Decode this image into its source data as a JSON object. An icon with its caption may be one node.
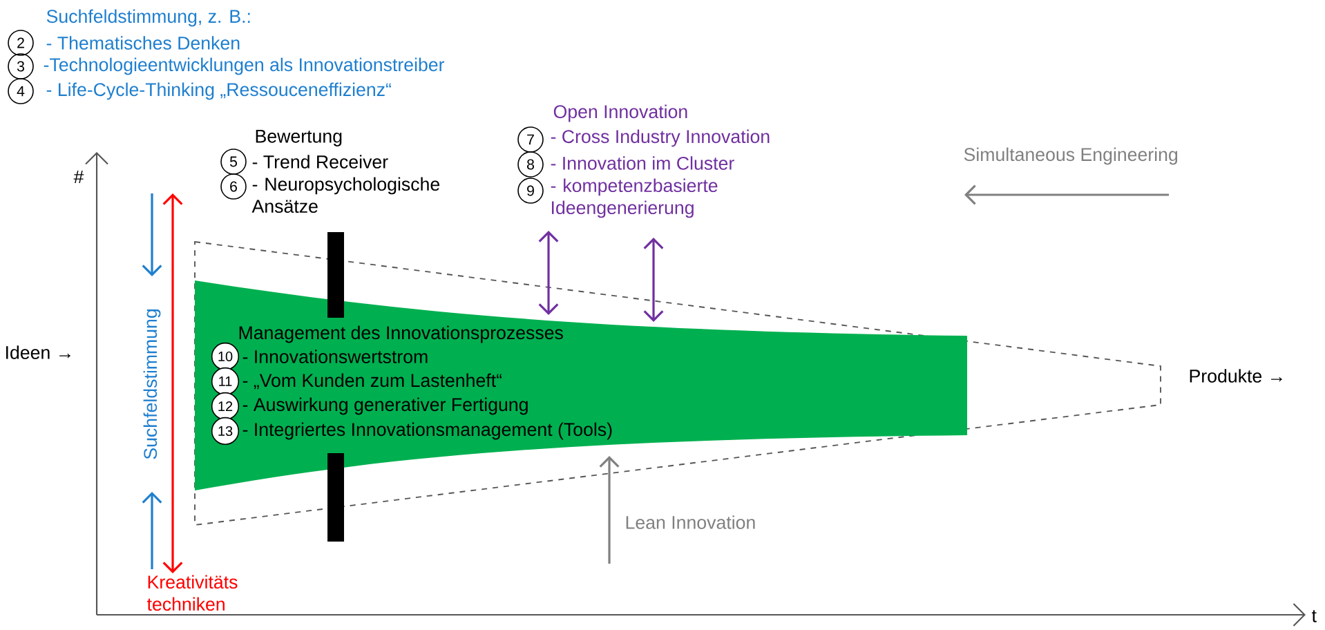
{
  "diagram": {
    "nodes": [
      {
        "text": [
          "2"
        ]
      },
      {
        "text": [
          "3"
        ]
      },
      {
        "text": [
          "4"
        ]
      },
      {
        "text": [
          "5"
        ]
      },
      {
        "text": [
          "6"
        ]
      },
      {
        "text": [
          "7"
        ]
      },
      {
        "text": [
          "8"
        ]
      },
      {
        "text": [
          "9"
        ]
      },
      {
        "text": [
          "Management des Innovationsprozesses",
          "- Innovationswertstrom",
          "- „Vom Kunden zum Lastenheft“",
          "- Auswirkung generativer Fertigung",
          "- Integriertes Innovationsmanagement (Tools)"
        ]
      },
      {
        "text": [
          "10"
        ],
        "in": 8
      },
      {
        "text": [
          "11"
        ],
        "in": 8
      },
      {
        "text": [
          "12"
        ],
        "in": 8
      },
      {
        "text": [
          "13"
        ],
        "in": 8
      }
    ],
    "labels": [
      "Suchfeldstimmung, z. B.:",
      "- Thematisches Denken",
      "-Technologieentwicklungen als Innovationstreiber",
      "- Life-Cycle-Thinking „Ressouceneffizienz“",
      "Open Innovation",
      "- Cross Industry Innovation",
      "- Innovation im Cluster",
      "- kompetenzbasierte Ideengenerierung",
      "Bewertung",
      "- Trend Receiver",
      "- Neuropsychologische Ansätze",
      "#",
      "Simultaneous Engineering",
      "Ideen →",
      "Suchfeldstimmung",
      "Produkte →",
      "Lean Innovation",
      "Kreativitäts techniken",
      "t"
    ]
  }
}
